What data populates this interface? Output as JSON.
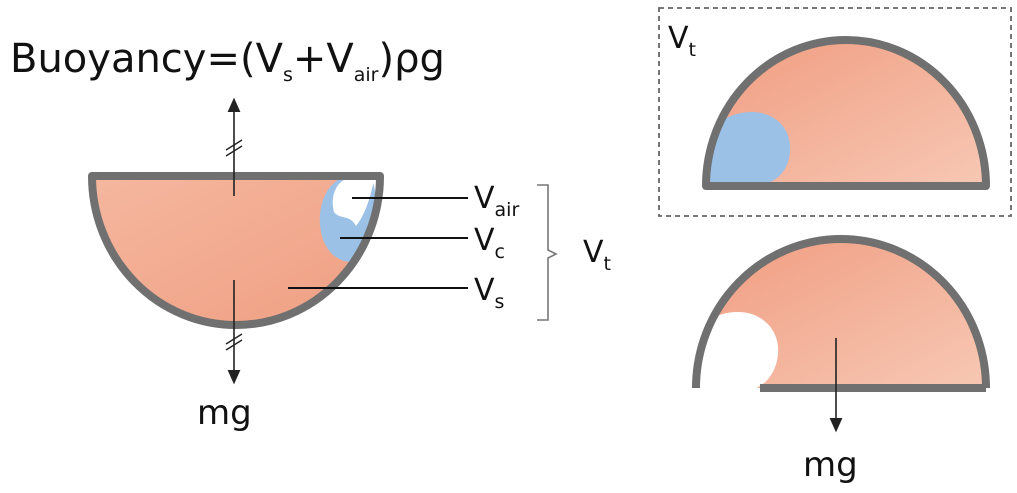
{
  "equation": {
    "lhs": "Buoyancy=(V",
    "sub_s": "s",
    "plus": "+V",
    "sub_air": "air",
    "rhs": ")ρg"
  },
  "left_labels": {
    "v_air": {
      "base": "V",
      "sub": "air"
    },
    "v_c": {
      "base": "V",
      "sub": "c"
    },
    "v_s": {
      "base": "V",
      "sub": "s"
    },
    "v_t": {
      "base": "V",
      "sub": "t"
    }
  },
  "left_weight": "mg",
  "right_top_label": {
    "base": "V",
    "sub": "t"
  },
  "right_weight": "mg",
  "colors": {
    "fill": "#f2a88e",
    "fill_light": "#f5c2ad",
    "shell": "#707070",
    "blue": "#9bc1e6",
    "dashed_border": "#666666"
  }
}
